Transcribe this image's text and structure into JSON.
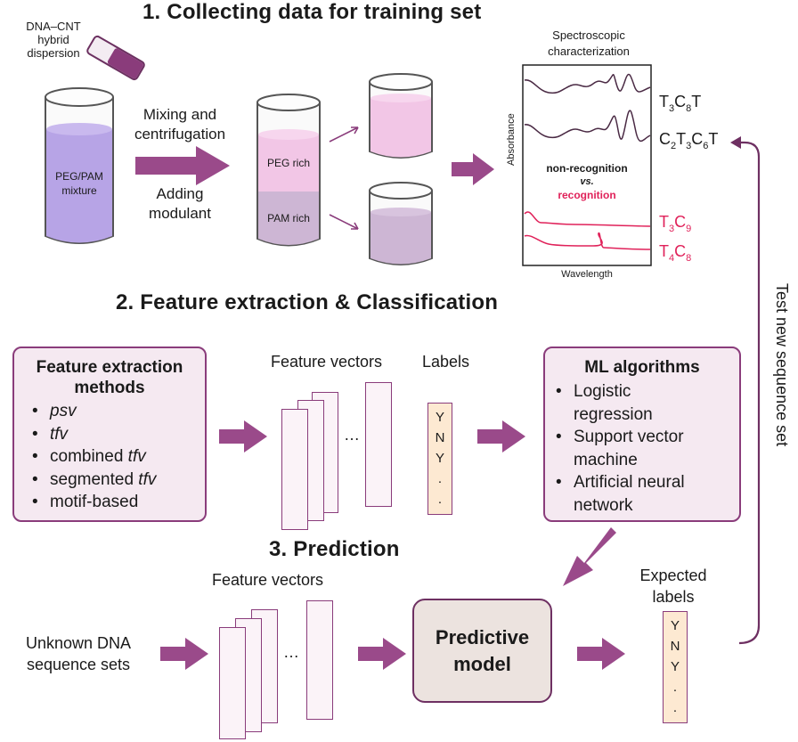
{
  "section1": {
    "title": "1. Collecting data for training set",
    "dispersion_label": [
      "DNA–CNT",
      "hybrid",
      "dispersion"
    ],
    "beaker_label": [
      "PEG/PAM",
      "mixture"
    ],
    "step_top": [
      "Mixing and",
      "centrifugation"
    ],
    "step_bottom": [
      "Adding",
      "modulant"
    ],
    "peg_rich": "PEG rich",
    "pam_rich": "PAM rich",
    "spectro_title": [
      "Spectroscopic",
      "characterization"
    ],
    "yaxis": "Absorbance",
    "xaxis": "Wavelength",
    "non_recognition": "non-recognition",
    "vs": "vs.",
    "recognition": "recognition",
    "seq1": "T3C8T",
    "seq2": "C2T3C6T",
    "seq3": "T3C9",
    "seq4": "T4C8"
  },
  "section2": {
    "title": "2. Feature extraction & Classification",
    "fe_title": [
      "Feature extraction",
      "methods"
    ],
    "fe_items": [
      "psv",
      "tfv",
      "combined ",
      "segmented ",
      "motif-based"
    ],
    "fe_items_italic": [
      "",
      "",
      "tfv",
      "tfv",
      ""
    ],
    "feature_vectors": "Feature vectors",
    "labels": "Labels",
    "label_values": [
      "Y",
      "N",
      "Y",
      ".",
      "."
    ],
    "ellipsis": "…",
    "ml_title": "ML algorithms",
    "ml_items": [
      [
        "Logistic",
        "regression"
      ],
      [
        "Support vector",
        "machine"
      ],
      [
        "Artificial neural",
        "network"
      ]
    ]
  },
  "section3": {
    "title": "3. Prediction",
    "feature_vectors": "Feature vectors",
    "unknown": [
      "Unknown DNA",
      "sequence sets"
    ],
    "ellipsis": "…",
    "predictive": [
      "Predictive",
      "model"
    ],
    "expected": [
      "Expected",
      "labels"
    ],
    "label_values": [
      "Y",
      "N",
      "Y",
      ".",
      "."
    ]
  },
  "side_label": "Test new sequence set",
  "colors": {
    "accent": "#8a3c7b",
    "arrow": "#9a4a8a",
    "recognition": "#e0225a",
    "beaker_liquid": "#b7a4e6",
    "peg": "#f2c6e6",
    "pam": "#cdb6d4",
    "model_box": "#ece3df"
  }
}
